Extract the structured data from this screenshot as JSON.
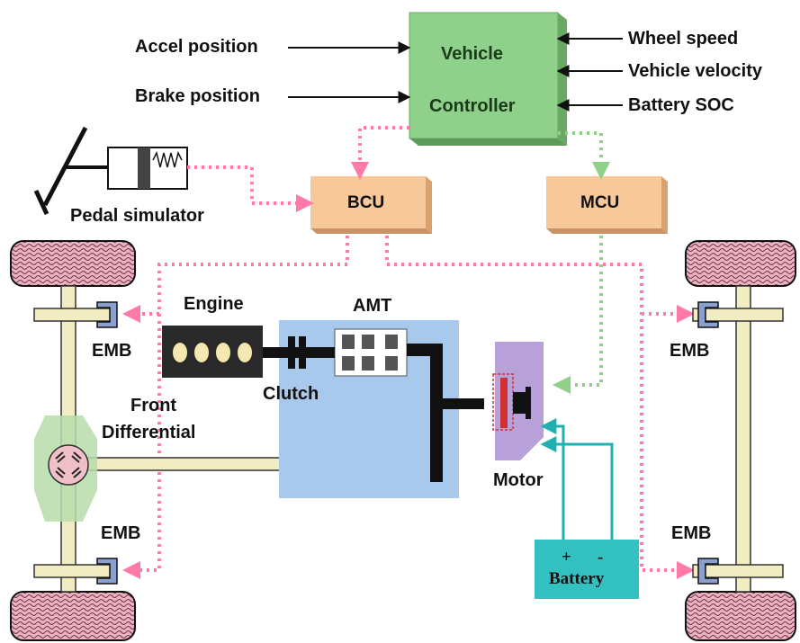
{
  "inputs_left": [
    "Accel position",
    "Brake position"
  ],
  "inputs_right": [
    "Wheel speed",
    "Vehicle velocity",
    "Battery SOC"
  ],
  "controller": {
    "line1": "Vehicle",
    "line2": "Controller"
  },
  "units": {
    "bcu": "BCU",
    "mcu": "MCU"
  },
  "pedal_label": "Pedal simulator",
  "powertrain": {
    "engine": "Engine",
    "amt": "AMT",
    "clutch": "Clutch",
    "differential_line1": "Front",
    "differential_line2": "Differential",
    "motor": "Motor"
  },
  "emb_label": "EMB",
  "battery": {
    "label": "Battery",
    "plus": "+",
    "minus": "-"
  },
  "colors": {
    "controller_fill": "#8fd08a",
    "ecu_fill": "#f7c89a",
    "brake_signal": "#ff7aa8",
    "motor_signal": "#8fd08a",
    "transmission_fill": "#a8c8ec",
    "motor_fill": "#b8a0d8",
    "battery_fill": "#33c0c0",
    "tire_fill": "#e8b4c4",
    "axle_fill": "#f2ecc2"
  }
}
